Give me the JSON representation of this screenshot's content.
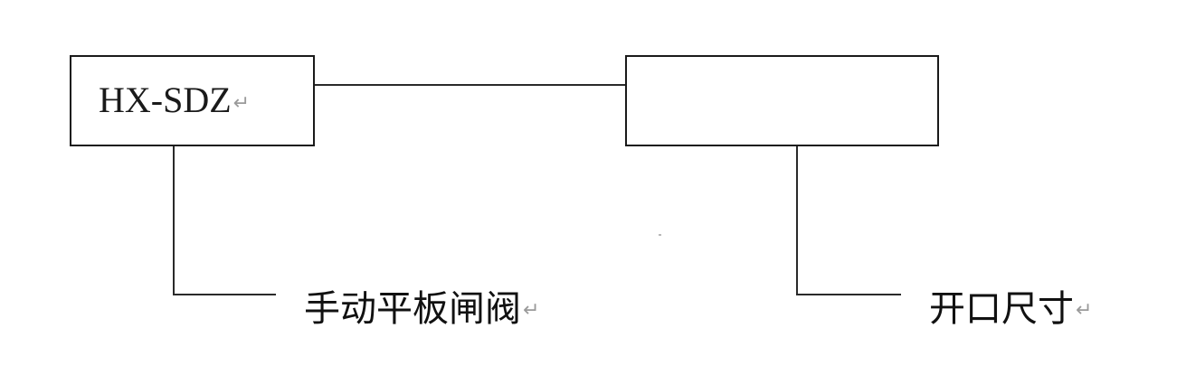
{
  "diagram": {
    "model_box": {
      "text": "HX-SDZ",
      "paragraph_mark": "↵"
    },
    "size_box": {
      "text": ""
    },
    "labels": {
      "valve_type": "手动平板闸阀",
      "opening_size": "开口尺寸",
      "paragraph_mark": "↵"
    },
    "colors": {
      "line": "#2a2a2a",
      "border": "#1a1a1a",
      "text": "#111111",
      "paragraph_mark": "#9a9a9a"
    }
  }
}
